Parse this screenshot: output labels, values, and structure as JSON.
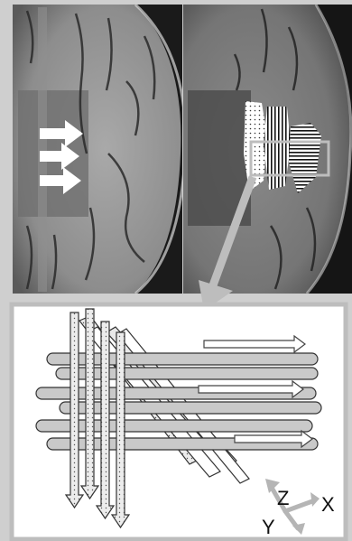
{
  "figure": {
    "panel_left": {
      "arrows": 3
    },
    "panel_right": {
      "regions": [
        "dotted",
        "vertical-lines",
        "horizontal-lines"
      ]
    },
    "inset": {
      "axes": {
        "z": "Z",
        "x": "X",
        "y": "Y"
      }
    }
  },
  "colors": {
    "background": "#cfcfcf",
    "inset_border": "#bdbdbd",
    "tube_fill": "#c9c9c9",
    "arrow_gray": "#b5b5b5"
  }
}
